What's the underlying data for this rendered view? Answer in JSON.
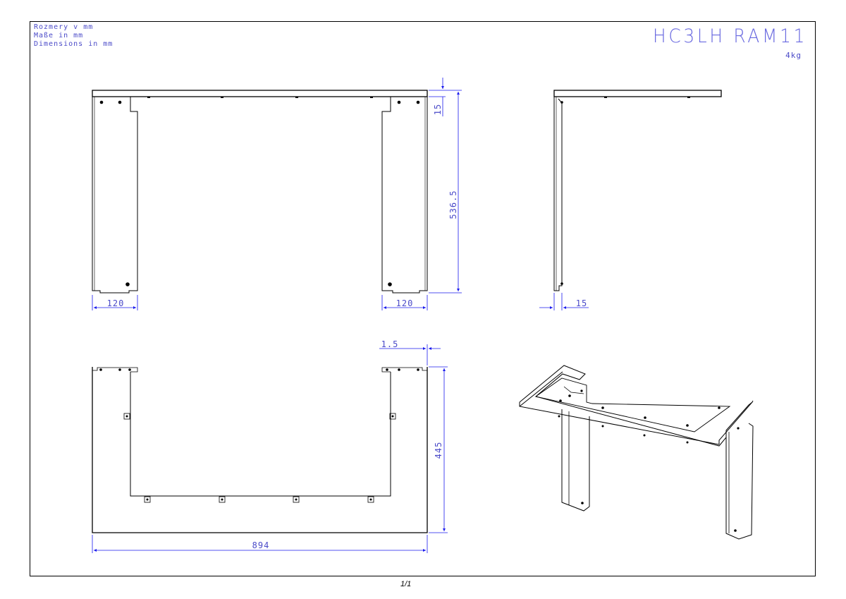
{
  "drawing": {
    "units_note": [
      "Rozmery v mm",
      "Maße in mm",
      "Dimensions in mm"
    ],
    "part_code": "HC3LH RAM11",
    "weight": "4kg",
    "page_number": "1/1"
  },
  "dimensions": {
    "front_height": "536.5",
    "front_top_offset": "15",
    "left_leg_width": "120",
    "right_leg_width": "120",
    "side_offset": "15",
    "plate_thickness": "1.5",
    "top_depth": "445",
    "overall_width": "894"
  },
  "colors": {
    "outline": "#000000",
    "dimension": "#1a1aee",
    "dimension_text": "#4a4ac8"
  }
}
